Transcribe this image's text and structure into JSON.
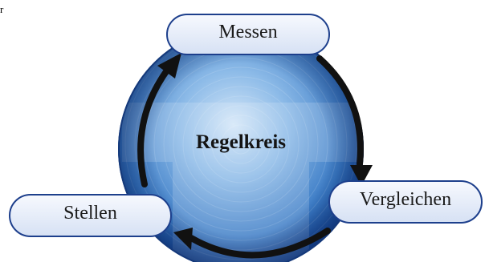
{
  "corner_fragment": "r",
  "center_label": "Regelkreis",
  "nodes": {
    "messen": "Messen",
    "vergleichen": "Vergleichen",
    "stellen": "Stellen"
  },
  "colors": {
    "sphere_light": "#b9d6f1",
    "sphere_mid": "#4f8fd0",
    "sphere_dark": "#0d3a8a",
    "sphere_rim": "#15397a",
    "node_fill": "#e6edf9",
    "node_stroke": "#1d3f8c",
    "arrow": "#111111"
  }
}
